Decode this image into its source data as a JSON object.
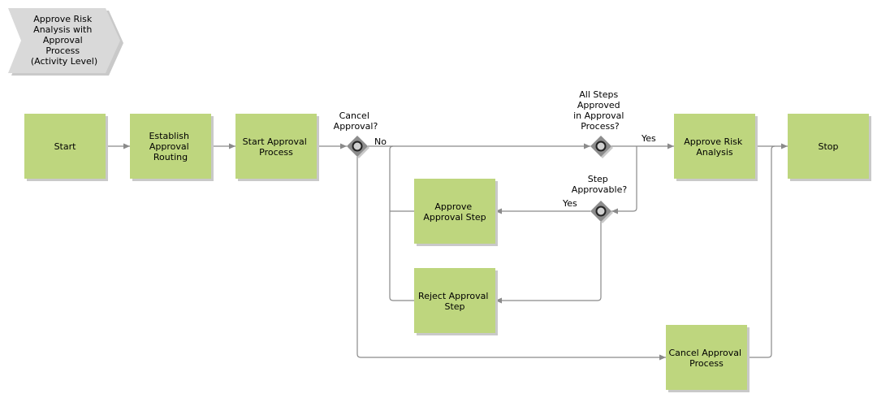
{
  "title_shape": {
    "lines": [
      "Approve Risk",
      "Analysis with",
      "Approval",
      "Process",
      "(Activity Level)"
    ]
  },
  "activities": [
    {
      "id": "start",
      "lines": [
        "Start"
      ]
    },
    {
      "id": "establish",
      "lines": [
        "Establish",
        "Approval",
        "Routing"
      ]
    },
    {
      "id": "start-approval",
      "lines": [
        "Start Approval",
        "Process"
      ]
    },
    {
      "id": "approve-step",
      "lines": [
        "Approve",
        "Approval Step"
      ]
    },
    {
      "id": "reject-step",
      "lines": [
        "Reject Approval",
        "Step"
      ]
    },
    {
      "id": "approve-risk",
      "lines": [
        "Approve Risk",
        "Analysis"
      ]
    },
    {
      "id": "stop",
      "lines": [
        "Stop"
      ]
    },
    {
      "id": "cancel-process",
      "lines": [
        "Cancel Approval",
        "Process"
      ]
    }
  ],
  "gateways": [
    {
      "id": "cancel-gw",
      "lines": [
        "Cancel",
        "Approval?"
      ]
    },
    {
      "id": "all-steps-gw",
      "lines": [
        "All Steps",
        "Approved",
        "in Approval",
        "Process?"
      ]
    },
    {
      "id": "step-gw",
      "lines": [
        "Step",
        "Approvable?"
      ]
    }
  ],
  "edge_labels": {
    "no": "No",
    "yes_all": "Yes",
    "yes_step": "Yes"
  },
  "colors": {
    "activity_fill": "#bed67e",
    "activity_shadow": "#c9c9c9",
    "title_fill": "#d9d9d9",
    "gateway_fill": "#8c8c8c",
    "edge": "#8a8a8a"
  }
}
